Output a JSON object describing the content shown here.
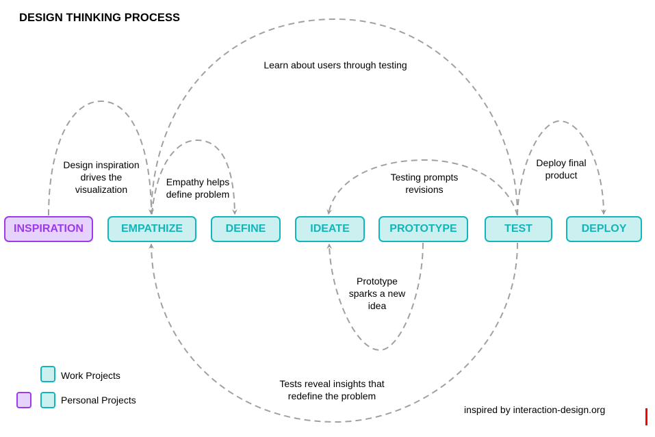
{
  "title": "DESIGN THINKING PROCESS",
  "colors": {
    "work_border": "#12B5BA",
    "work_fill": "#CCEFF0",
    "personal_border": "#9B3AEA",
    "personal_fill": "#E6D3FB",
    "arrow": "#999999",
    "marker": "#FF0000"
  },
  "nodes": [
    {
      "id": "inspiration",
      "label": "INSPIRATION",
      "category": "personal"
    },
    {
      "id": "empathize",
      "label": "EMPATHIZE",
      "category": "work"
    },
    {
      "id": "define",
      "label": "DEFINE",
      "category": "work"
    },
    {
      "id": "ideate",
      "label": "IDEATE",
      "category": "work"
    },
    {
      "id": "prototype",
      "label": "PROTOTYPE",
      "category": "work"
    },
    {
      "id": "test",
      "label": "TEST",
      "category": "work"
    },
    {
      "id": "deploy",
      "label": "DEPLOY",
      "category": "work"
    }
  ],
  "edges": [
    {
      "from": "inspiration",
      "to": "empathize",
      "label": "Design inspiration\ndrives the\nvisualization",
      "side": "top"
    },
    {
      "from": "empathize",
      "to": "define",
      "label": "Empathy helps\ndefine problem",
      "side": "top"
    },
    {
      "from": "test",
      "to": "empathize",
      "label": "Learn about users through testing",
      "side": "top"
    },
    {
      "from": "test",
      "to": "ideate",
      "label": "Testing prompts\nrevisions",
      "side": "top"
    },
    {
      "from": "test",
      "to": "deploy",
      "label": "Deploy final\nproduct",
      "side": "top"
    },
    {
      "from": "prototype",
      "to": "ideate",
      "label": "Prototype\nsparks a new\nidea",
      "side": "bottom"
    },
    {
      "from": "test",
      "to": "empathize",
      "label": "Tests reveal insights that\nredefine the problem",
      "side": "bottom"
    }
  ],
  "legend": [
    {
      "label": "Work Projects",
      "swatches": [
        "work"
      ]
    },
    {
      "label": "Personal Projects",
      "swatches": [
        "personal",
        "work"
      ]
    }
  ],
  "credit": "inspired by interaction-design.org"
}
